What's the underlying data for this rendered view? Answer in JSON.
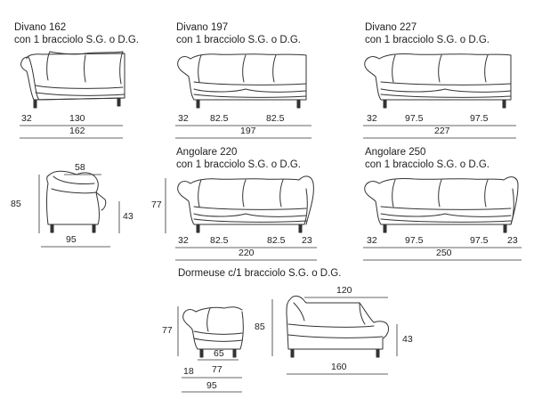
{
  "titles": {
    "divano_162": [
      "Divano 162",
      "con 1 bracciolo S.G. o D.G."
    ],
    "divano_197": [
      "Divano 197",
      "con 1 bracciolo S.G. o D.G."
    ],
    "divano_227": [
      "Divano 227",
      "con 1 bracciolo S.G. o D.G."
    ],
    "angolare_220": [
      "Angolare 220",
      "con 1 bracciolo S.G. o D.G."
    ],
    "angolare_250": [
      "Angolare 250",
      "con 1 bracciolo S.G. o D.G."
    ],
    "dormeuse": [
      "Dormeuse c/1 bracciolo S.G. o D.G."
    ]
  },
  "dims": {
    "divano_162": {
      "arm": "32",
      "seat": "130",
      "total": "162"
    },
    "divano_197": {
      "arm": "32",
      "seat1": "82.5",
      "seat2": "82.5",
      "total": "197"
    },
    "divano_227": {
      "arm": "32",
      "seat1": "97.5",
      "seat2": "97.5",
      "total": "227"
    },
    "side": {
      "height": "85",
      "seat_height": "43",
      "seat_depth": "58",
      "depth": "95"
    },
    "angolare_220": {
      "height": "77",
      "arm": "32",
      "seat1": "82.5",
      "seat2": "82.5",
      "end": "23",
      "total": "220"
    },
    "angolare_250": {
      "arm": "32",
      "seat1": "97.5",
      "seat2": "97.5",
      "end": "23",
      "total": "250"
    },
    "dormeuse_front": {
      "height": "77",
      "inner": "65",
      "arm": "18",
      "seat": "77",
      "total": "95"
    },
    "dormeuse_side": {
      "height": "85",
      "seat_height": "43",
      "top": "120",
      "total": "160"
    }
  }
}
